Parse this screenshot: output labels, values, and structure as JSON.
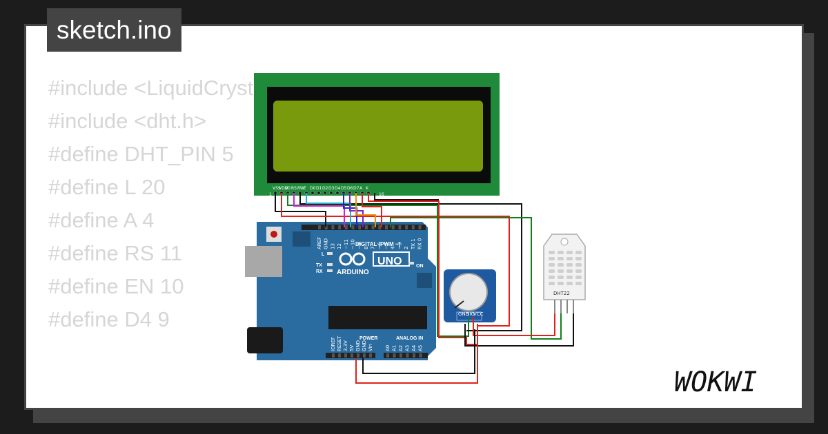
{
  "file_tab": {
    "filename": "sketch.ino"
  },
  "editor": {
    "lines": [
      "#include <LiquidCrystal.h>",
      "#include <dht.h>",
      "",
      "#define DHT_PIN 5",
      "",
      "#define L 20",
      "#define A 4",
      "",
      "#define RS 11",
      "#define EN 10",
      "#define D4 9"
    ]
  },
  "lcd": {
    "pin_labels": [
      "VSS",
      "VDD",
      "V0",
      "RS",
      "RW",
      "E",
      "D0",
      "D1",
      "D2",
      "D3",
      "D4",
      "D5",
      "D6",
      "D7",
      "A",
      "K"
    ],
    "first_pin": "1",
    "last_pin": "16",
    "backlight_color": "#7a9a0e",
    "board_color": "#1f8a3a"
  },
  "arduino": {
    "model": "UNO",
    "brand": "ARDUINO",
    "digital_header": "DIGITAL (PWM ~)",
    "power_header": "POWER",
    "analog_header": "ANALOG IN",
    "on_label": "ON",
    "led_labels": [
      "L",
      "TX",
      "RX"
    ],
    "top_pins": [
      "AREF",
      "GND",
      "13",
      "12",
      "~11",
      "~10",
      "~9",
      "8",
      "7",
      "~6",
      "~5",
      "4",
      "~3",
      "2",
      "TX 1",
      "RX 0"
    ],
    "power_pins": [
      "IOREF",
      "RESET",
      "3.3V",
      "5V",
      "GND",
      "GND",
      "Vin"
    ],
    "analog_pins": [
      "A0",
      "A1",
      "A2",
      "A3",
      "A4",
      "A5"
    ],
    "board_color": "#2a6ca0"
  },
  "potentiometer": {
    "pins": [
      "GND",
      "SIG",
      "VCC"
    ]
  },
  "sensor": {
    "label": "DHT22"
  },
  "wire_colors": {
    "red": "#e0201a",
    "black": "#111111",
    "green": "#10801a",
    "magenta": "#d020d0",
    "cyan": "#20b0d0",
    "blue": "#2020e0",
    "purple": "#8020c0",
    "orange": "#f09010"
  },
  "logo": {
    "text": "WOKWI"
  }
}
